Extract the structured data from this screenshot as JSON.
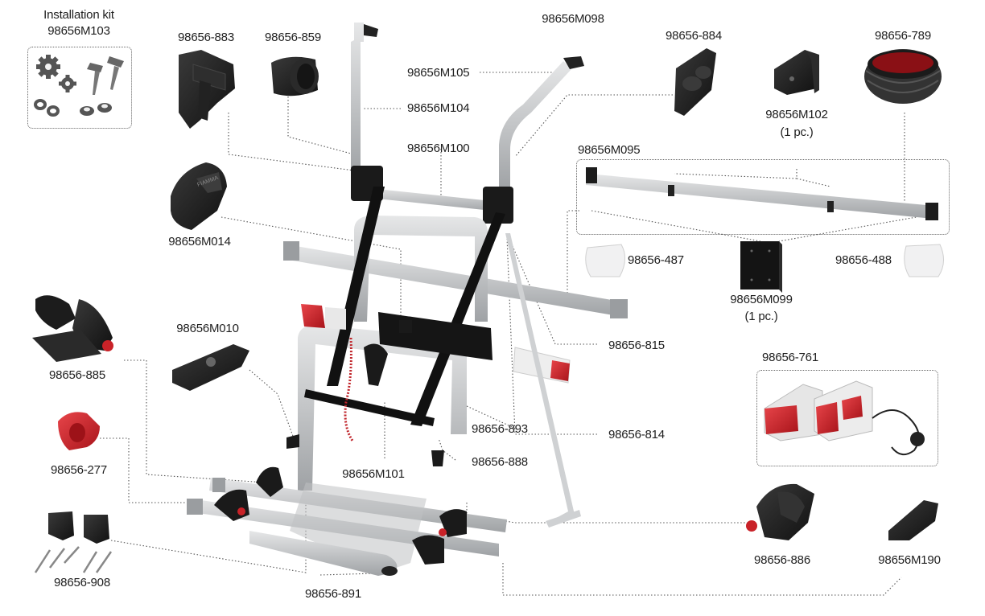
{
  "labels": {
    "installation_kit": "Installation kit",
    "kit_code": "98656M103",
    "p883": "98656-883",
    "p859": "98656-859",
    "m098": "98656M098",
    "p884": "98656-884",
    "p789": "98656-789",
    "m105": "98656M105",
    "m104": "98656M104",
    "m102": "98656M102",
    "m102_qty": "(1 pc.)",
    "m100": "98656M100",
    "m095": "98656M095",
    "m014": "98656M014",
    "p487": "98656-487",
    "p488": "98656-488",
    "m099": "98656M099",
    "m099_qty": "(1 pc.)",
    "m010": "98656M010",
    "p815": "98656-815",
    "p885": "98656-885",
    "p761": "98656-761",
    "p893": "98656-893",
    "p814": "98656-814",
    "p888": "98656-888",
    "p277": "98656-277",
    "m101": "98656M101",
    "p886": "98656-886",
    "m190": "98656M190",
    "p908": "98656-908",
    "p891": "98656-891"
  },
  "colors": {
    "frame": "#c9cbcd",
    "part_black": "#1c1c1c",
    "reflector_red": "#d21e26",
    "leader_line": "#555555"
  }
}
